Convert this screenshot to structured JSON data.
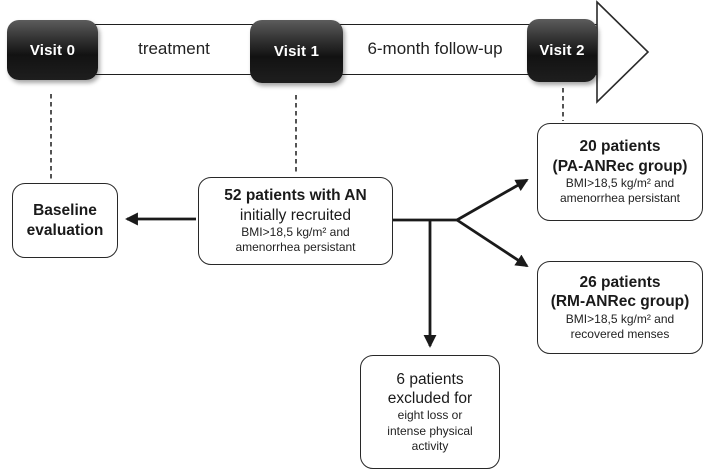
{
  "timeline": {
    "visits": [
      {
        "label": "Visit 0"
      },
      {
        "label": "Visit 1"
      },
      {
        "label": "Visit 2"
      }
    ],
    "segments": [
      {
        "label": "treatment"
      },
      {
        "label": "6-month follow-up"
      }
    ]
  },
  "boxes": {
    "baseline": {
      "line1": "Baseline",
      "line2": "evaluation"
    },
    "recruited": {
      "title": "52 patients with AN",
      "subtitle": "initially recruited",
      "detail1": "BMI>18,5 kg/m² and",
      "detail2": "amenorrhea persistant"
    },
    "pa_anrec": {
      "title": "20 patients",
      "group": "(PA-ANRec group)",
      "detail1": "BMI>18,5 kg/m² and",
      "detail2": "amenorrhea persistant"
    },
    "rm_anrec": {
      "title": "26 patients",
      "group": "(RM-ANRec group)",
      "detail1": "BMI>18,5 kg/m² and",
      "detail2": "recovered menses"
    },
    "excluded": {
      "title": "6 patients",
      "subtitle": "excluded for",
      "detail1": "eight loss or",
      "detail2": "intense physical",
      "detail3": "activity"
    }
  },
  "colors": {
    "ink": "#1a1a1a",
    "visit_box_top": "#5c5c5c",
    "visit_box_bottom": "#121212",
    "background": "#ffffff"
  }
}
